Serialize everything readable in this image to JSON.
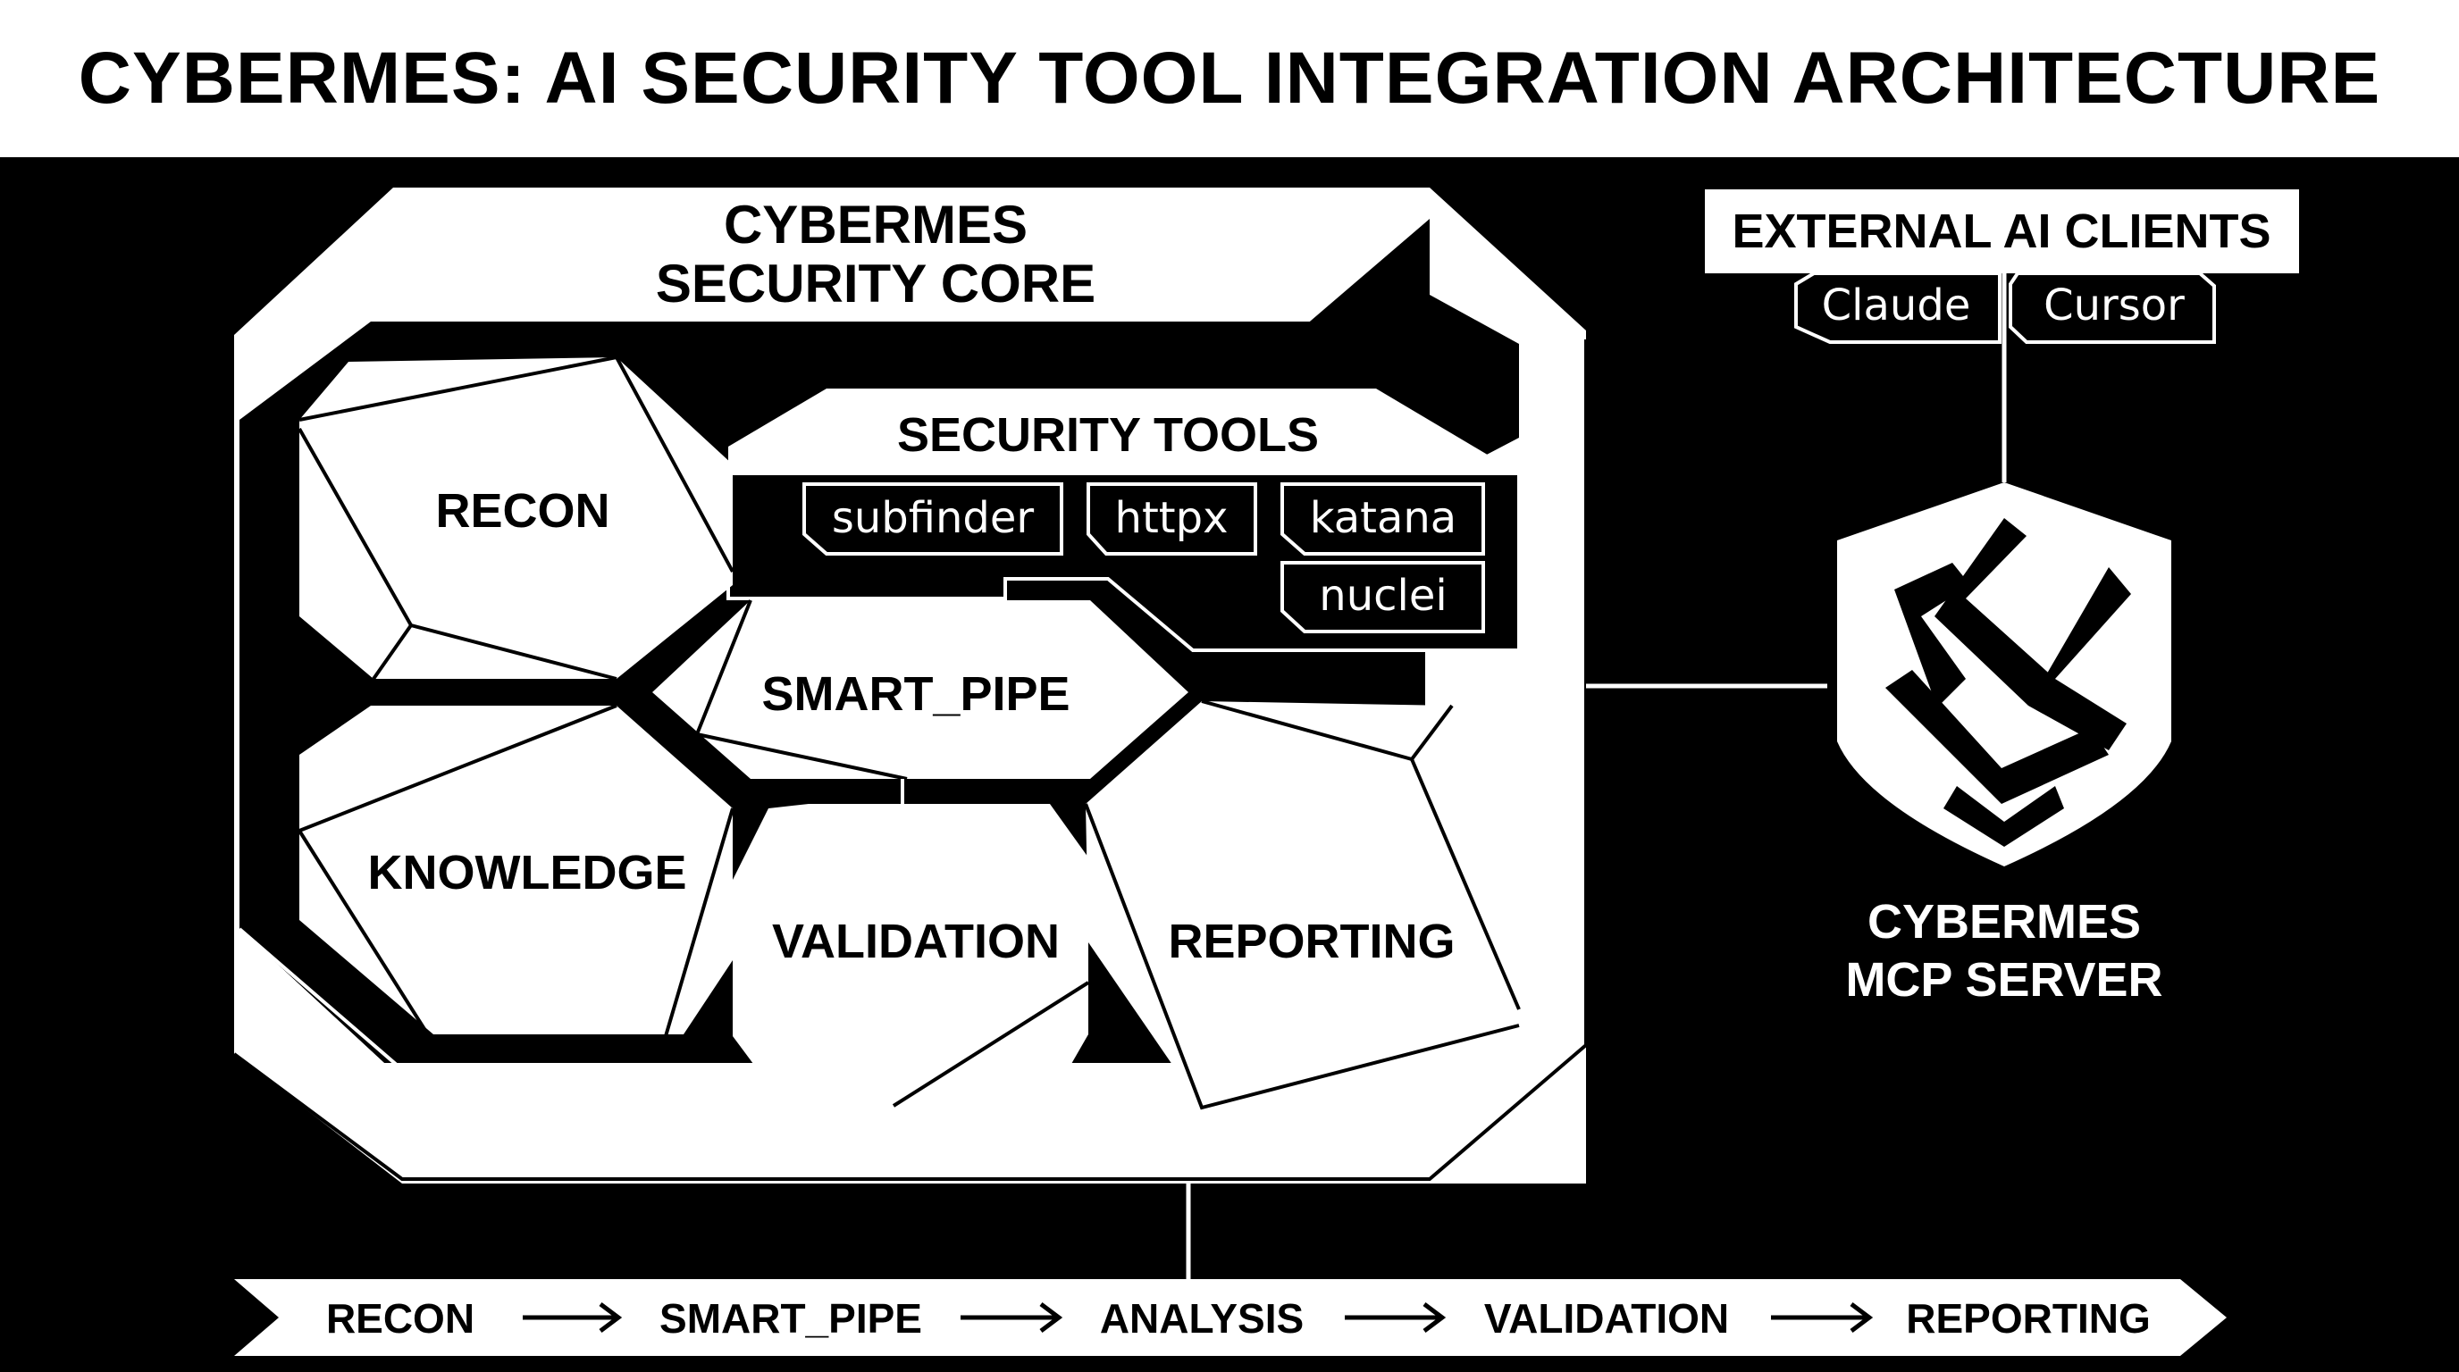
{
  "title": "CYBERMES: AI SECURITY TOOL INTEGRATION ARCHITECTURE",
  "core": {
    "title_line1": "CYBERMES",
    "title_line2": "SECURITY CORE",
    "modules": {
      "recon": "RECON",
      "smart_pipe": "SMART_PIPE",
      "knowledge": "KNOWLEDGE",
      "validation": "VALIDATION",
      "reporting": "REPORTING"
    },
    "security_tools": {
      "title": "SECURITY TOOLS",
      "tools": [
        "subfinder",
        "httpx",
        "katana",
        "nuclei"
      ]
    }
  },
  "external": {
    "title": "EXTERNAL AI CLIENTS",
    "clients": [
      "Claude",
      "Cursor"
    ]
  },
  "server": {
    "icon": "shield-knot-icon",
    "label_line1": "CYBERMES",
    "label_line2": "MCP SERVER"
  },
  "pipeline": {
    "stages": [
      "RECON",
      "SMART_PIPE",
      "ANALYSIS",
      "VALIDATION",
      "REPORTING"
    ],
    "arrow_icon": "long-arrow-right-icon"
  },
  "colors": {
    "background": "#000000",
    "foreground": "#ffffff"
  }
}
